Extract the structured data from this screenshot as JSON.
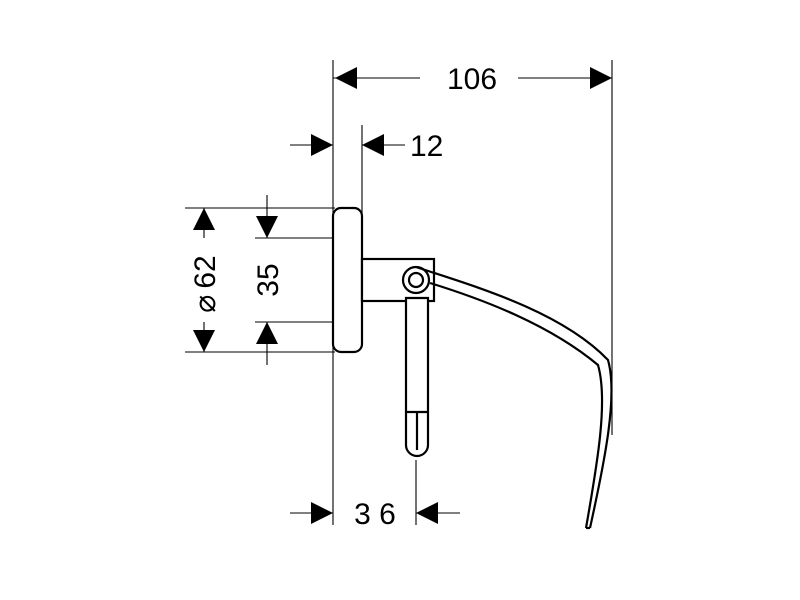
{
  "dimensions": {
    "overall_width": "106",
    "backplate_depth": "12",
    "mount_spacing": "35",
    "diameter_symbol": "⌀",
    "diameter": "62",
    "arm_offset": "3 6"
  },
  "colors": {
    "ink": "#000000",
    "background": "#ffffff"
  }
}
